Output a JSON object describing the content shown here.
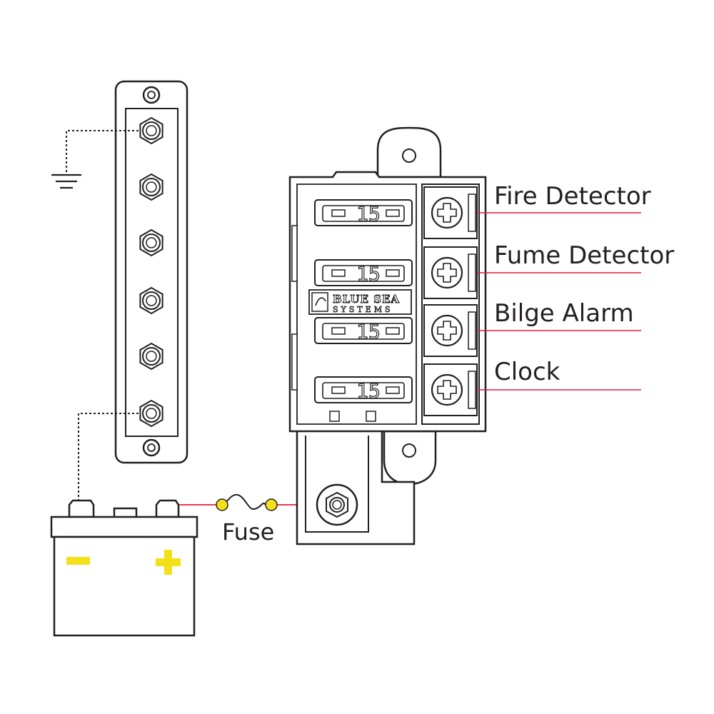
{
  "circuits": [
    {
      "label": "Fire Detector",
      "fuse_rating": "15"
    },
    {
      "label": "Fume Detector",
      "fuse_rating": "15"
    },
    {
      "label": "Bilge Alarm",
      "fuse_rating": "15"
    },
    {
      "label": "Clock",
      "fuse_rating": "15"
    }
  ],
  "inline_fuse": {
    "label": "Fuse"
  },
  "fuse_block": {
    "brand_line1": "BLUE SEA",
    "brand_line2": "SYSTEMS"
  },
  "colors": {
    "outline": "#231f20",
    "wire": "#e21b3c",
    "battery_terminal": "#f4e019",
    "fuse_dot": "#f4e019",
    "background": "#ffffff"
  },
  "icons": [
    "ground-icon",
    "negative-terminal-icon",
    "positive-terminal-icon",
    "screw-terminal-icon"
  ]
}
